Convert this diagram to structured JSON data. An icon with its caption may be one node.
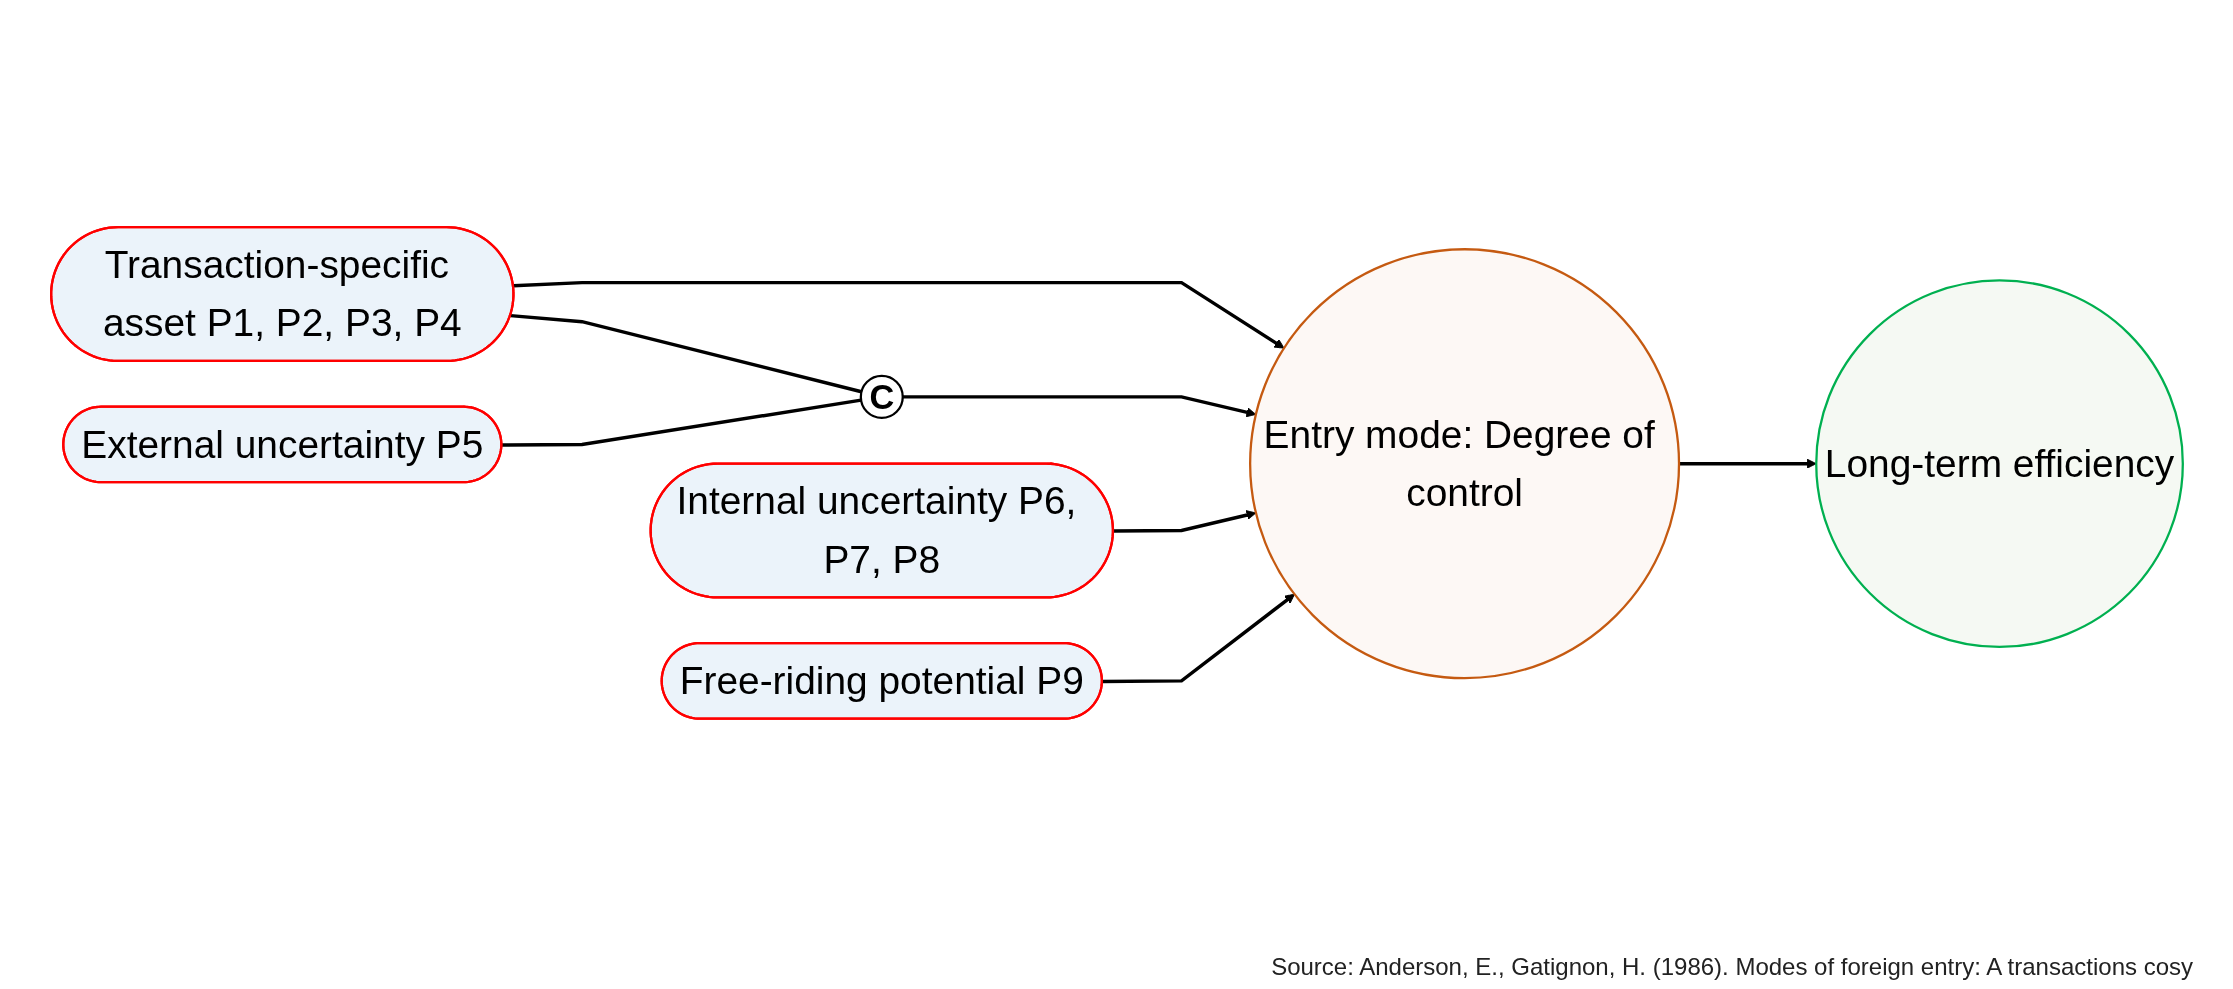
{
  "diagram": {
    "caption": "Source: Anderson, E., Gatignon, H. (1986). Modes of foreign entry: A transactions cosy",
    "nodes": [
      {
        "text": [
          "Transaction-specific asset P1, P2, P3, P4"
        ]
      },
      {
        "text": [
          "External uncertainty P5"
        ]
      },
      {
        "text": [
          "Internal uncertainty P6, P7, P8"
        ]
      },
      {
        "text": [
          "Free-riding potential P9"
        ]
      },
      {
        "text": [
          "C"
        ]
      },
      {
        "text": [
          "Entry mode: Degree of control"
        ]
      },
      {
        "text": [
          "Long-term efficiency"
        ]
      }
    ],
    "edges": [
      {
        "from": 0,
        "to": 5,
        "arrow": "to"
      },
      {
        "from": 0,
        "to": 4,
        "arrow": "none"
      },
      {
        "from": 1,
        "to": 4,
        "arrow": "none"
      },
      {
        "from": 4,
        "to": 5,
        "arrow": "to"
      },
      {
        "from": 2,
        "to": 5,
        "arrow": "to"
      },
      {
        "from": 3,
        "to": 5,
        "arrow": "to"
      },
      {
        "from": 5,
        "to": 6,
        "arrow": "to"
      }
    ]
  }
}
